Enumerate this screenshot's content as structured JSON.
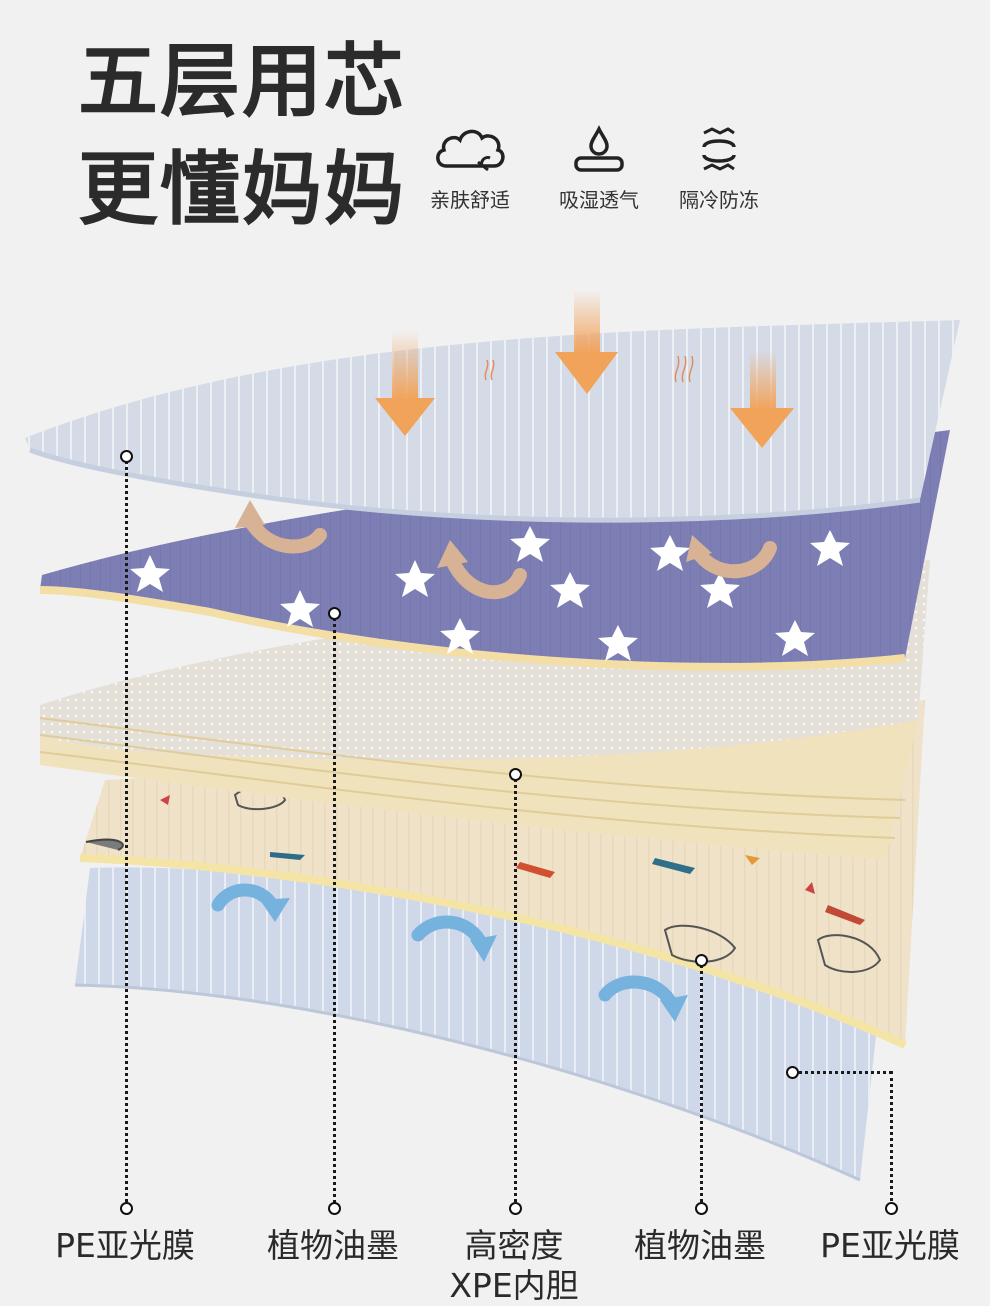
{
  "headline": {
    "line1": "五层用芯",
    "line2": "更懂妈妈"
  },
  "features": [
    {
      "icon": "cotton-cloud-icon",
      "label": "亲肤舒适"
    },
    {
      "icon": "water-drop-icon",
      "label": "吸湿透气"
    },
    {
      "icon": "wind-flow-icon",
      "label": "隔冷防冻"
    }
  ],
  "layer_labels": [
    {
      "text": "PE亚光膜"
    },
    {
      "text": "植物油墨"
    },
    {
      "line1": "高密度",
      "line2": "XPE内胆"
    },
    {
      "text": "植物油墨"
    },
    {
      "text": "PE亚光膜"
    }
  ],
  "colors": {
    "title": "#2b2b2b",
    "navy_layer": "#7d7eb4",
    "foam": "#f1e2be",
    "beige_print": "#efe2c9",
    "film": "#cfd8e8",
    "arrow_orange": "#f2a35a",
    "arrow_tan": "#d7b294",
    "arrow_blue": "#76b2de"
  }
}
